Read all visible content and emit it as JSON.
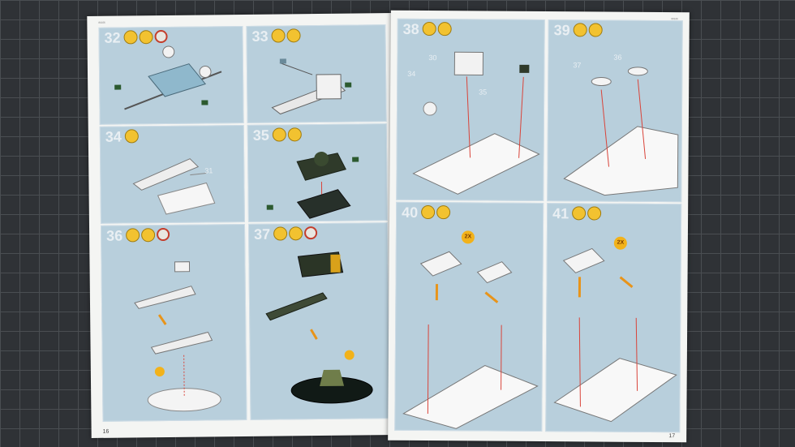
{
  "pages": {
    "left_number": "16",
    "right_number": "17",
    "left_header": "80166",
    "right_header": "80166"
  },
  "steps": [
    {
      "number": "32",
      "badges": [
        "paint",
        "paint",
        "glue"
      ]
    },
    {
      "number": "33",
      "badges": [
        "paint",
        "paint"
      ]
    },
    {
      "number": "34",
      "badges": [
        "paint"
      ]
    },
    {
      "number": "35",
      "badges": [
        "paint",
        "paint"
      ]
    },
    {
      "number": "36",
      "badges": [
        "paint",
        "paint",
        "glue"
      ]
    },
    {
      "number": "37",
      "badges": [
        "paint",
        "paint",
        "glue"
      ]
    },
    {
      "number": "38",
      "badges": [
        "paint",
        "paint"
      ]
    },
    {
      "number": "39",
      "badges": [
        "paint",
        "paint"
      ]
    },
    {
      "number": "40",
      "badges": [
        "paint",
        "paint"
      ]
    },
    {
      "number": "41",
      "badges": [
        "paint",
        "paint"
      ]
    }
  ],
  "callouts": {
    "step40_multiplier": "2X",
    "step41_multiplier": "2X",
    "step34_part": "31",
    "step38_parts": [
      "30",
      "34",
      "35"
    ],
    "step39_parts": [
      "36",
      "37"
    ]
  },
  "colors": {
    "panel": "#b8cfdc",
    "paper": "#f4f5f3",
    "mat": "#2f3236",
    "badge": "#f2c230",
    "arrow": "#e8941a",
    "leader": "#d9443a",
    "paint_code": "#2c5a2f"
  }
}
